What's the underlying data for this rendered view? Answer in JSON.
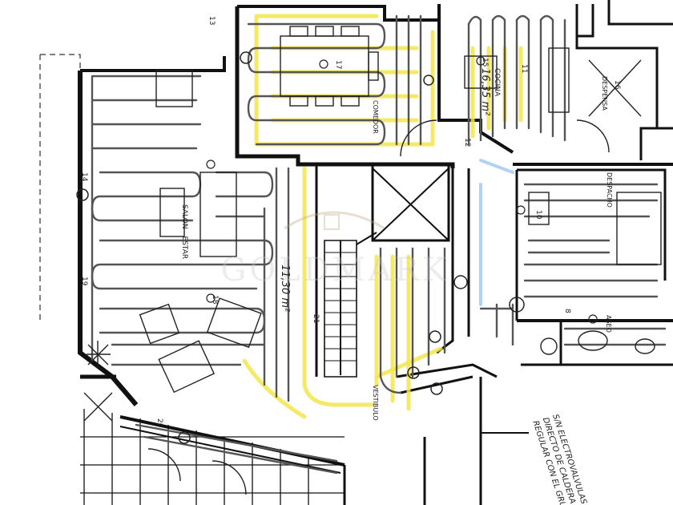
{
  "rooms": {
    "salon": "SALON - ESTAR",
    "comedor": "COMEDOR",
    "cocina": "COCINA",
    "despensa": "DESPENSA",
    "despacho": "DESPACHO",
    "aseo": "ASEO",
    "vestibulo": "VESTIBULO"
  },
  "areas": {
    "vestibulo_area": "11,30 m²",
    "cocina_area": "16,35 m²"
  },
  "circuit_labels": {
    "l13a": "13",
    "l17": "17",
    "l18": "18",
    "l19": "19",
    "l16": "16",
    "l15": "15",
    "l14": "14",
    "l10": "10",
    "l8": "8",
    "l21": "21",
    "l20": "20",
    "l12": "12",
    "l11": "11"
  },
  "watermark": "GOLDMARK",
  "note_lines": [
    "S/N ELECTROVALVULAS",
    "DIRECTO DE CALDERA",
    "REGULAR CON EL GRUPO"
  ],
  "colors": {
    "highlight_yellow": "#f2e64a",
    "highlight_blue": "#9ec7ef",
    "linework": "#222222",
    "watermark": "#c9c9c9"
  }
}
